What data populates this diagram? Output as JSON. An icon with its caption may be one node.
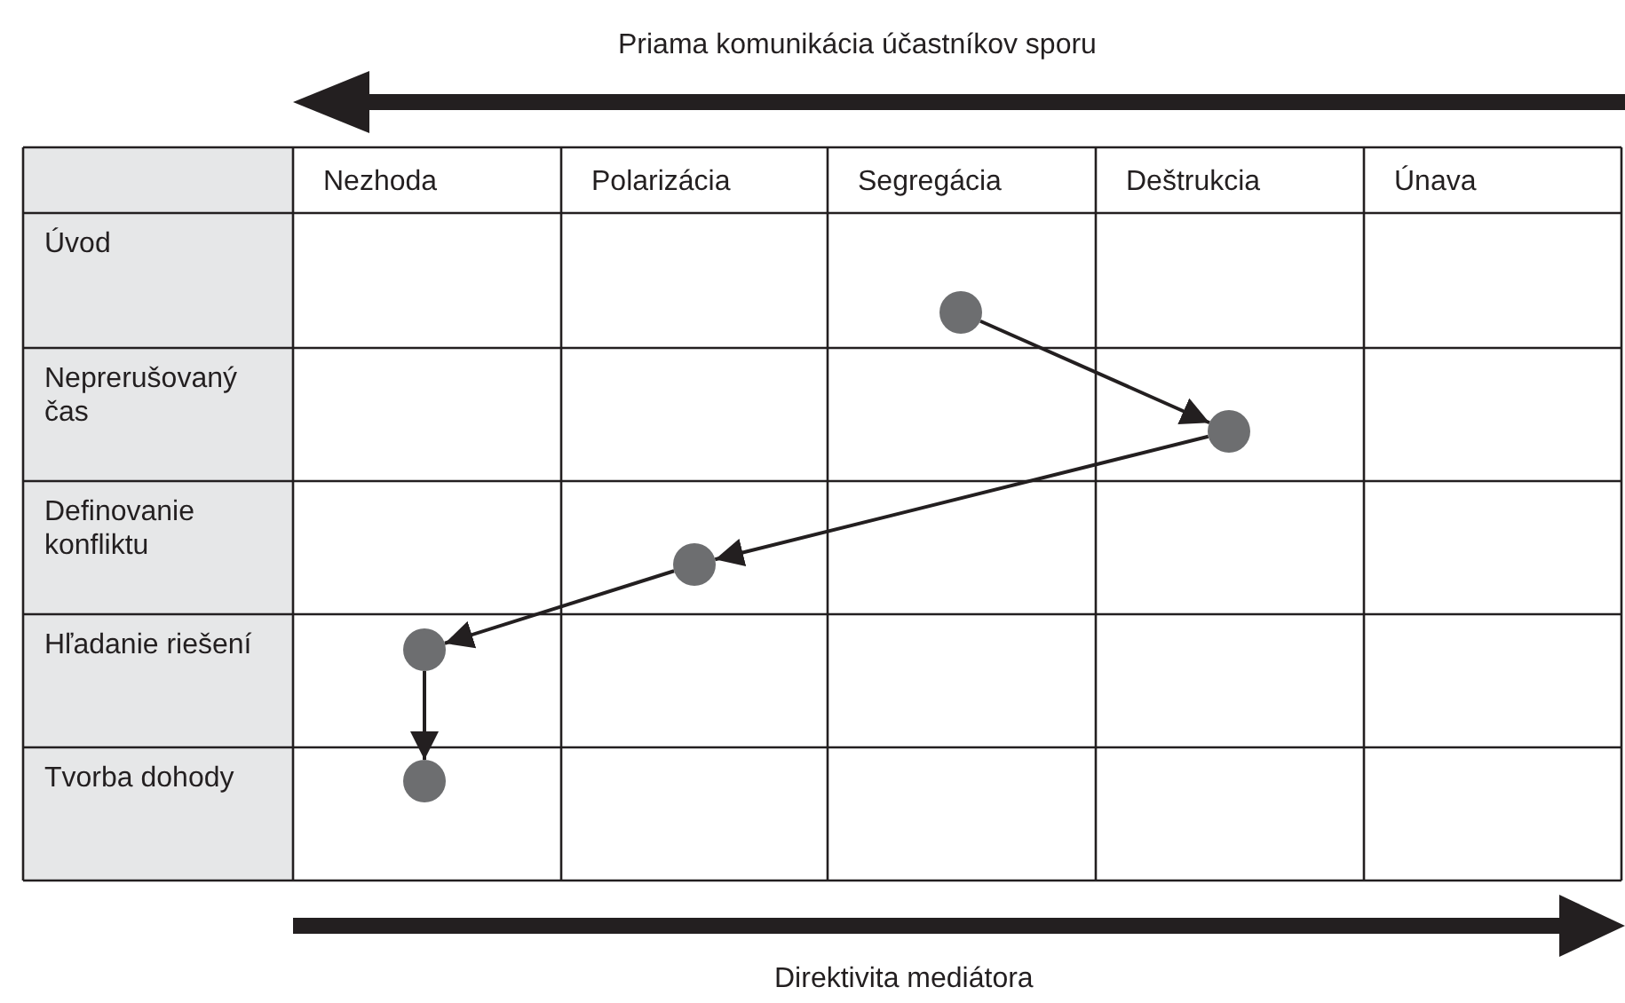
{
  "diagram": {
    "nodes": [
      {
        "text": [],
        "shape": "circle"
      },
      {
        "text": [],
        "shape": "circle"
      },
      {
        "text": [],
        "shape": "circle"
      },
      {
        "text": [],
        "shape": "circle"
      },
      {
        "text": [],
        "shape": "circle"
      }
    ],
    "edges": [
      {
        "from": 0,
        "to": 1,
        "arrow": "to"
      },
      {
        "from": 1,
        "to": 2,
        "arrow": "to"
      },
      {
        "from": 2,
        "to": 3,
        "arrow": "to"
      },
      {
        "from": 3,
        "to": 4,
        "arrow": "to"
      }
    ],
    "labels": [
      "Priama komunikácia účastníkov sporu",
      "Nezhoda",
      "Polarizácia",
      "Segregácia",
      "Deštrukcia",
      "Únava",
      "Úvod",
      "Neprerušovaný čas",
      "Definovanie konfliktu",
      "Hľadanie riešení",
      "Tvorba dohody",
      "Direktivita mediátora"
    ]
  }
}
